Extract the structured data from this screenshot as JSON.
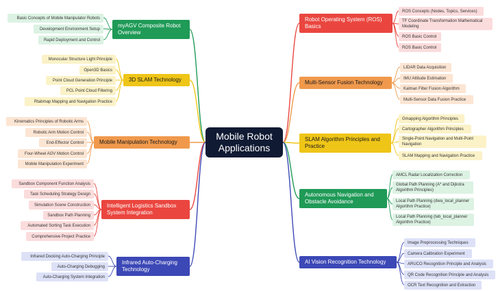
{
  "center": {
    "label": "Mobile Robot Applications"
  },
  "colors": {
    "green": "#1f9a57",
    "yellow": "#efc518",
    "orange": "#f0994c",
    "red": "#ea463f",
    "blue": "#3c48b6"
  },
  "branches": {
    "myagv": {
      "label": "myAGV Composite Robot Overview",
      "leaves": [
        "Basic Concepts of Mobile Manipulator Robots",
        "Development Environment Setup",
        "Rapid Deployment and Control"
      ]
    },
    "slam3d": {
      "label": "3D SLAM Technology",
      "leaves": [
        "Monocular Structure Light Principle",
        "Open3D Basics",
        "Point Cloud Generation Principle",
        "PCL Point Cloud Filtering",
        "Rtabmap Mapping and Navigation Practice"
      ]
    },
    "manip": {
      "label": "Mobile Manipulation Technology",
      "leaves": [
        "Kinematics Principles of Robotic Arms",
        "Robotic Arm Motion Control",
        "End-Effector Control",
        "Four-Wheel AGV Motion Control",
        "Mobile Manipulation Experiment"
      ]
    },
    "logistics": {
      "label": "Intelligent Logistics Sandbox System Integration",
      "leaves": [
        "Sandbox Component Function Analysis",
        "Task Scheduling Strategy Design",
        "Simulation Scene Construction",
        "Sandbox Path Planning",
        "Automated Sorting Task Execution",
        "Comprehensive Project Practice"
      ]
    },
    "infrared": {
      "label": "Infrared Auto-Charging Technology",
      "leaves": [
        "Infrared Docking Auto-Charging Principle",
        "Auto-Charging Debugging",
        "Auto-Charging System Integration"
      ]
    },
    "ros": {
      "label": "Robot Operating System (ROS) Basics",
      "leaves": [
        "ROS Concepts (Nodes, Topics, Services)",
        "TF Coordinate Transformation Mathematical Modeling",
        "ROS Basic Control",
        "ROS Basic Control"
      ]
    },
    "fusion": {
      "label": "Multi-Sensor Fusion Technology",
      "leaves": [
        "LIDAR Data Acquisition",
        "IMU Attitude Estimation",
        "Kalman Filter Fusion Algorithm",
        "Multi-Sensor Data Fusion Practice"
      ]
    },
    "slamalg": {
      "label": "SLAM Algorithm Principles and Practice",
      "leaves": [
        "Gmapping Algorithm Principles",
        "Cartographer Algorithm Principles",
        "Single-Point Navigation and Multi-Point Navigation",
        "SLAM Mapping and Navigation Practice"
      ]
    },
    "autonav": {
      "label": "Autonomous Navigation and Obstacle Avoidance",
      "leaves": [
        "AMCL Radar Localization Correction",
        "Global Path Planning (A* and Dijkstra Algorithm Principles)",
        "Local Path Planning (dwa_local_planner Algorithm Practice)",
        "Local Path Planning (teb_local_planner Algorithm Practice)"
      ]
    },
    "vision": {
      "label": "AI Vision Recognition Technology",
      "leaves": [
        "Image Preprocessing Techniques",
        "Camera Calibration Experiment",
        "ARUCO Recognition Principle and Analysis",
        "QR Code Recognition Principle and Analysis",
        "OCR Text Recognition and Extraction"
      ]
    }
  }
}
